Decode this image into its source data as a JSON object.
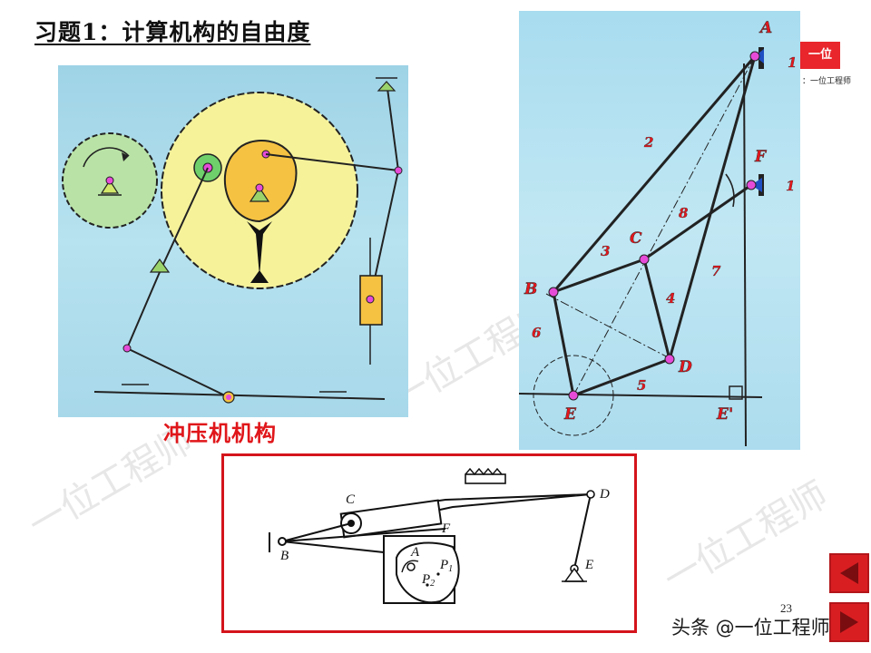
{
  "title": "习题1：计算机构的自由度",
  "panel1": {
    "caption": "冲压机机构"
  },
  "panel2": {
    "labels": {
      "A": "A",
      "B": "B",
      "C": "C",
      "D": "D",
      "E": "E",
      "E_prime": "E'",
      "F": "F",
      "n1a": "1",
      "n1b": "1",
      "n2": "2",
      "n3": "3",
      "n4": "4",
      "n5": "5",
      "n6": "6",
      "n7": "7",
      "n8": "8"
    }
  },
  "logo": {
    "text": "一位",
    "subtext": "：一位工程师"
  },
  "panel3": {
    "labels": {
      "A": "A",
      "B": "B",
      "C": "C",
      "D": "D",
      "E": "E",
      "F": "F",
      "P1": "P",
      "P1_sub": "1",
      "P2": "P",
      "P2_sub": "2"
    }
  },
  "page_number": "23",
  "watermark": "头条 @一位工程师",
  "background_watermark": "一位工程师",
  "nav": {
    "prev": "previous",
    "next": "next"
  },
  "colors": {
    "accent_red": "#e0161a",
    "gear_green": "#b9e3a6",
    "gear_yellow": "#f5f29a",
    "cam_orange": "#f5c242",
    "joint_magenta": "#e64bd8"
  }
}
